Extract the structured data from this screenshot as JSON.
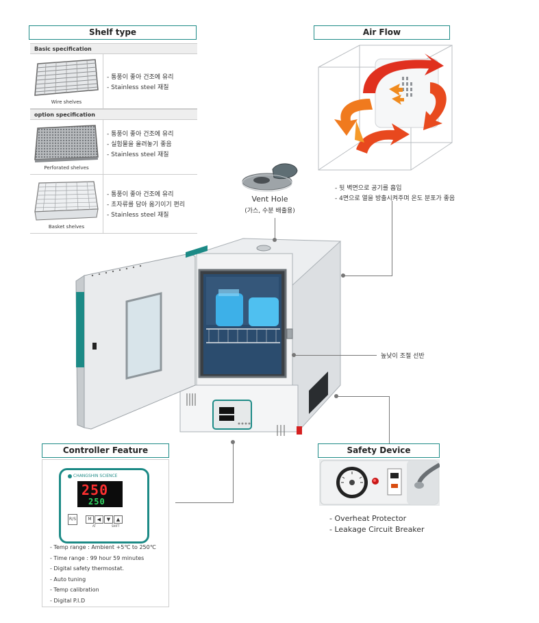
{
  "shelf_type": {
    "title": "Shelf type",
    "basic_label": "Basic specification",
    "option_label": "option specification",
    "shelves": [
      {
        "caption": "Wire shelves",
        "lines": [
          "- 통풍이 좋아 건조에 유리",
          "- Stainless steel 재질"
        ]
      },
      {
        "caption": "Perforated shelves",
        "lines": [
          "- 통풍이 좋아 건조에 유리",
          "- 실험물을 올려놓기 좋음",
          "- Stainless steel 재질"
        ]
      },
      {
        "caption": "Basket shelves",
        "lines": [
          "- 통풍이 좋아 건조에 유리",
          "- 초자류를 담아 옮기이기 편리",
          "- Stainless steel 재질"
        ]
      }
    ]
  },
  "air_flow": {
    "title": "Air Flow",
    "lines": [
      "- 뒷 벽면으로 공기를 흡입",
      "- 4면으로 열을 방출시켜주며 온도 분포가 좋음"
    ]
  },
  "vent_hole": {
    "title": "Vent Hole",
    "subtitle": "(가스, 수분 배출용)"
  },
  "shelf_adjust_label": "높낮이 조절 선반",
  "controller": {
    "title": "Controller Feature",
    "brand": "CHANGSHIN SCIENCE",
    "pv": "250",
    "sv": "250",
    "button_labels": [
      "AT",
      "SHIFT"
    ],
    "features": [
      "- Temp range : Ambient +5℃ to 250℃",
      "- Time range : 99 hour 59 minutes",
      "- Digital safety thermostat.",
      "- Auto tuning",
      "- Temp calibration",
      "- Digital P.I.D"
    ]
  },
  "safety": {
    "title": "Safety Device",
    "lines": [
      "- Overheat Protector",
      "- Leakage Circuit Breaker"
    ]
  },
  "colors": {
    "accent": "#1c8a86",
    "display_red": "#ff3030",
    "display_green": "#33dd66",
    "arrow_red": "#e0301e",
    "arrow_orange": "#f08a1e"
  }
}
